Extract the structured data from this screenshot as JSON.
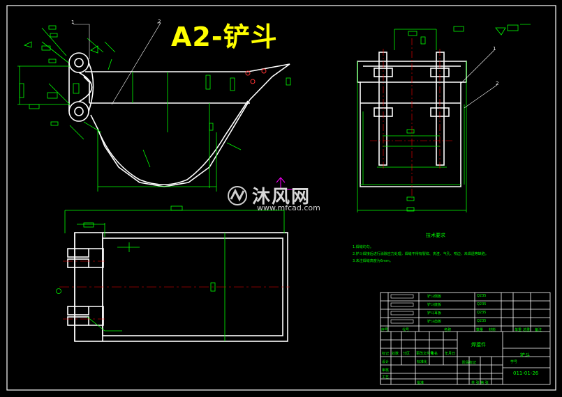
{
  "drawing": {
    "title": "A2-铲斗",
    "callouts": [
      "1",
      "2",
      "1",
      "2"
    ],
    "watermark": {
      "text_cn": "沐风网",
      "url": "www.mfcad.com"
    }
  },
  "requirements": {
    "heading": "技术要求",
    "lines": [
      "1.焊缝均匀。",
      "2.铲斗焊接后进行消除应力处理，焊缝不得有裂纹、夹渣、气孔、咬边、未焊透等缺陷。",
      "3.未注焊缝高度为6mm。"
    ]
  },
  "title_block": {
    "parts_header": [
      "序号",
      "代号",
      "名称",
      "数量",
      "材料",
      "单重",
      "总重",
      "备注"
    ],
    "parts": [
      {
        "name": "铲斗侧板",
        "mat": "Q235"
      },
      {
        "name": "铲斗底板",
        "mat": "Q235"
      },
      {
        "name": "铲斗耳板",
        "mat": "Q235"
      },
      {
        "name": "铲斗齿板",
        "mat": "Q235"
      }
    ],
    "drawing_name": "铲斗",
    "assembly_label": "焊接件",
    "drawing_no": "011-01-26",
    "company": "学号",
    "sign_rows": [
      "标记",
      "处数",
      "分区",
      "更改文件号",
      "签名",
      "年月日",
      "设计",
      "标准化",
      "审核",
      "工艺",
      "批准"
    ],
    "scale_label": "阶段标记",
    "sheet": "共  张  第  张"
  },
  "colors": {
    "outline": "#ffffff",
    "dimension": "#00ff00",
    "centerline": "#ff0000",
    "title": "#ffff00",
    "background": "#000000"
  }
}
